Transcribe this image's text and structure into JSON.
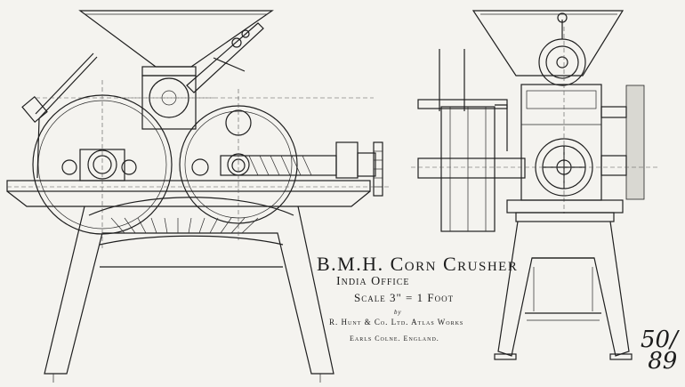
{
  "drawing": {
    "title": "B.M.H. Corn Crusher",
    "subtitle": "India Office",
    "scale": "Scale 3\" = 1 Foot",
    "by": "by",
    "maker": "R. Hunt & Co. Ltd. Atlas Works",
    "place": "Earls Colne. England.",
    "sheet_number": "50/89"
  },
  "views": [
    "side-elevation",
    "end-elevation"
  ]
}
